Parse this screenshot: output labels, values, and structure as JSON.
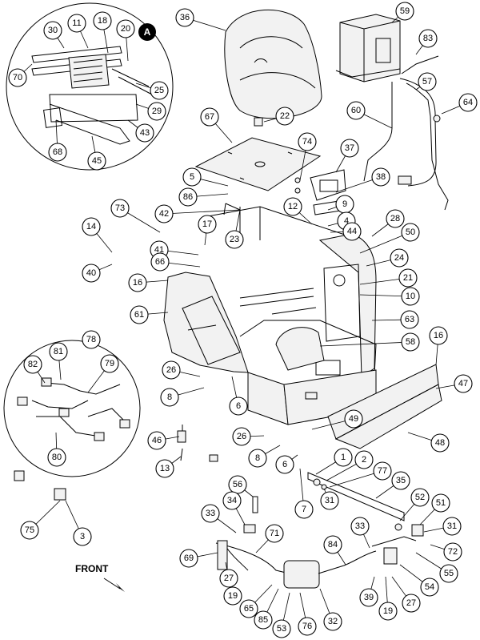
{
  "diagram": {
    "front_label": "FRONT",
    "detail_badge": "A",
    "callouts": [
      "36",
      "59",
      "83",
      "57",
      "64",
      "22",
      "60",
      "67",
      "74",
      "37",
      "38",
      "9",
      "4",
      "44",
      "28",
      "50",
      "24",
      "21",
      "10",
      "63",
      "58",
      "12",
      "5",
      "86",
      "42",
      "23",
      "73",
      "17",
      "41",
      "66",
      "14",
      "40",
      "16",
      "61",
      "16",
      "47",
      "26",
      "8",
      "6",
      "49",
      "48",
      "26",
      "8",
      "6",
      "1",
      "2",
      "77",
      "31",
      "35",
      "52",
      "51",
      "31",
      "72",
      "55",
      "54",
      "27",
      "19",
      "39",
      "33",
      "84",
      "7",
      "56",
      "34",
      "33",
      "71",
      "69",
      "27",
      "19",
      "65",
      "85",
      "53",
      "76",
      "32",
      "11",
      "18",
      "20",
      "30",
      "70",
      "25",
      "29",
      "43",
      "68",
      "45",
      "78",
      "81",
      "79",
      "82",
      "80",
      "75",
      "3",
      "13",
      "46"
    ]
  }
}
